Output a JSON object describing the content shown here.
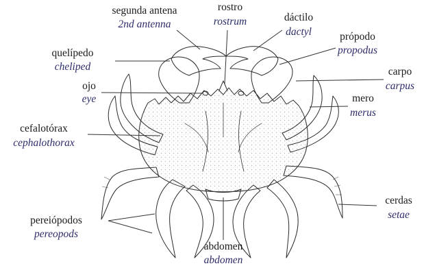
{
  "colors": {
    "background": "#ffffff",
    "ink": "#2a2a2a",
    "shell_fill": "#e9e9e4",
    "label_spanish": "#1a1a1a",
    "label_english": "#2c2c6a"
  },
  "labels": {
    "segunda_antena": {
      "es": "segunda antena",
      "en": "2nd antenna"
    },
    "rostro": {
      "es": "rostro",
      "en": "rostrum"
    },
    "dactilo": {
      "es": "dáctilo",
      "en": "dactyl"
    },
    "propodo": {
      "es": "própodo",
      "en": "propodus"
    },
    "quelipedo": {
      "es": "quelípedo",
      "en": "cheliped"
    },
    "carpo": {
      "es": "carpo",
      "en": "carpus"
    },
    "ojo": {
      "es": "ojo",
      "en": "eye"
    },
    "mero": {
      "es": "mero",
      "en": "merus"
    },
    "cefalotorax": {
      "es": "cefalotórax",
      "en": "cephalothorax"
    },
    "pereiopodos": {
      "es": "pereiópodos",
      "en": "pereopods"
    },
    "cerdas": {
      "es": "cerdas",
      "en": "setae"
    },
    "abdomen": {
      "es": "abdomen",
      "en": "abdomen"
    }
  }
}
